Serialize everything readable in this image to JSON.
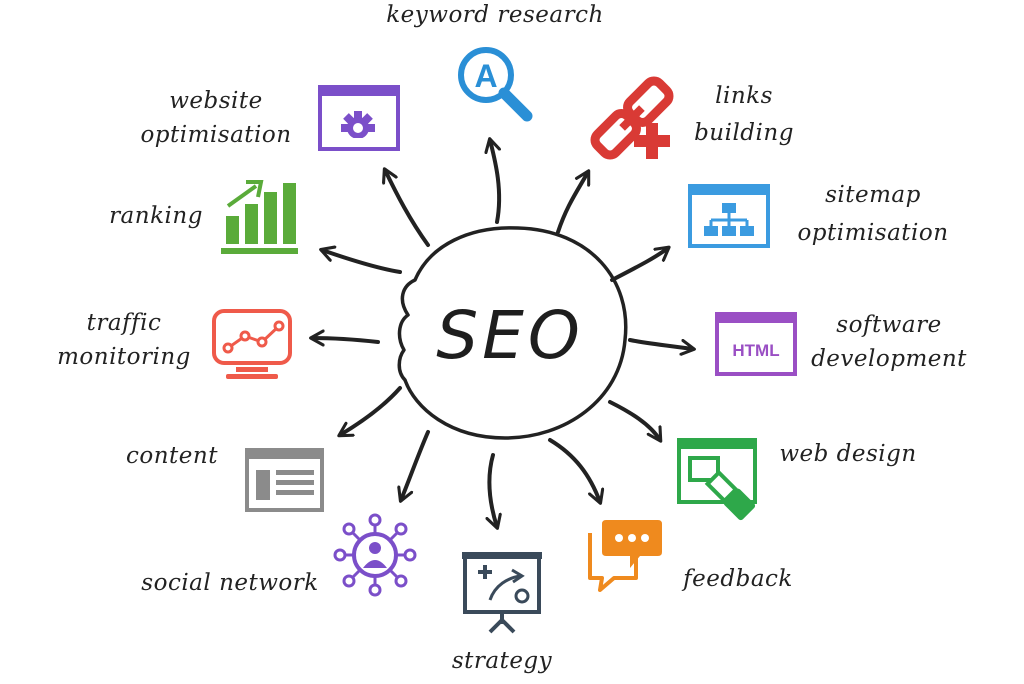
{
  "center": {
    "label": "SEO"
  },
  "nodes": [
    {
      "id": "keyword",
      "lines": [
        "keyword research"
      ],
      "icon": "magnifier-a-icon",
      "icon_text": "A",
      "color": "#2a8fd6"
    },
    {
      "id": "links",
      "lines": [
        "links",
        "building"
      ],
      "icon": "chain-link-plus-icon",
      "color": "#d93a35"
    },
    {
      "id": "sitemap",
      "lines": [
        "sitemap",
        "optimisation"
      ],
      "icon": "sitemap-window-icon",
      "color": "#3b9be0"
    },
    {
      "id": "software",
      "lines": [
        "software",
        "development"
      ],
      "icon": "html-window-icon",
      "icon_text": "HTML",
      "color": "#9a4fc4"
    },
    {
      "id": "webdesign",
      "lines": [
        "web design"
      ],
      "icon": "web-design-brush-icon",
      "color": "#2ea84a"
    },
    {
      "id": "feedback",
      "lines": [
        "feedback"
      ],
      "icon": "chat-bubbles-icon",
      "color": "#ef8a1e"
    },
    {
      "id": "strategy",
      "lines": [
        "strategy"
      ],
      "icon": "strategy-board-icon",
      "color": "#3a4a5a"
    },
    {
      "id": "social",
      "lines": [
        "social network"
      ],
      "icon": "social-network-icon",
      "color": "#7b4fc9"
    },
    {
      "id": "content",
      "lines": [
        "content"
      ],
      "icon": "content-window-icon",
      "color": "#8b8b8b"
    },
    {
      "id": "traffic",
      "lines": [
        "traffic",
        "monitoring"
      ],
      "icon": "monitor-graph-icon",
      "color": "#ef5a4a"
    },
    {
      "id": "ranking",
      "lines": [
        "ranking"
      ],
      "icon": "bar-chart-up-icon",
      "color": "#5aab3a"
    },
    {
      "id": "website",
      "lines": [
        "website",
        "optimisation"
      ],
      "icon": "gear-window-icon",
      "color": "#7b4fc9"
    }
  ]
}
